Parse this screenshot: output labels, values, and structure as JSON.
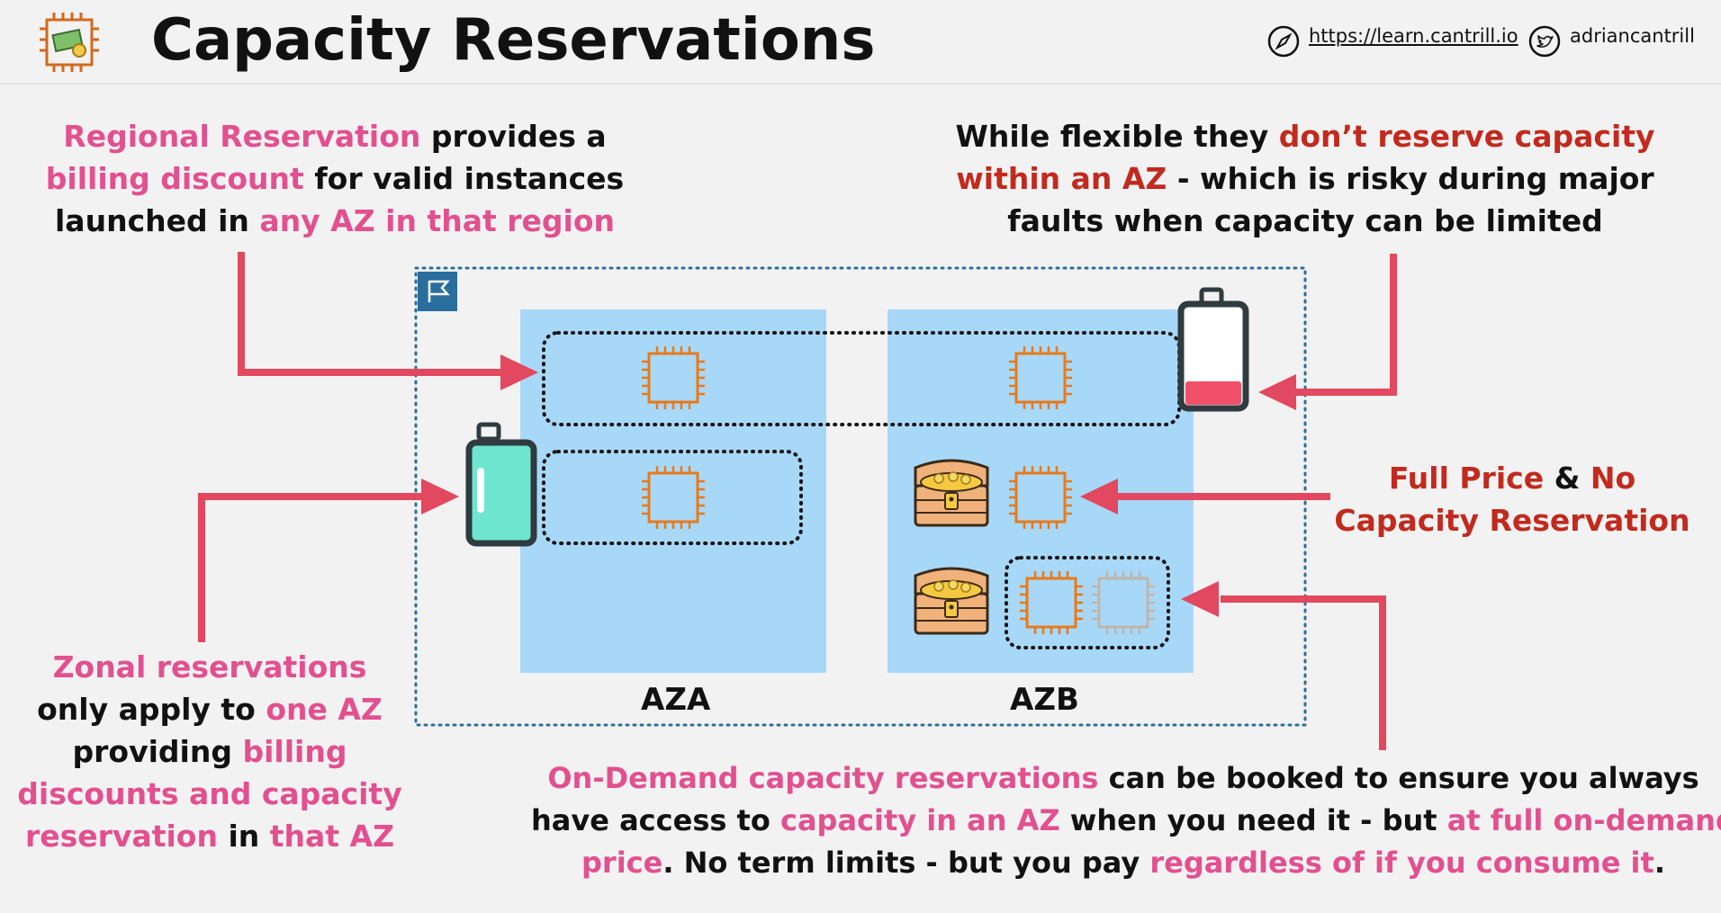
{
  "header": {
    "title": "Capacity Reservations",
    "site_url": "https://learn.cantrill.io",
    "twitter_handle": "adriancantrill",
    "logo_icon": "ec2-reserved-instance-icon",
    "web_icon": "compass-icon",
    "twitter_icon": "twitter-bird-icon"
  },
  "colors": {
    "pink": "#e2508f",
    "red": "#c22a1e",
    "arrow": "#e2485f",
    "az_fill": "#a8d8f8",
    "region_border": "#2a6e9e",
    "chip": "#e87a1a"
  },
  "notes": {
    "regional": {
      "l1_a": "Regional Reservation",
      "l1_b": " provides a",
      "l2_a": "billing discount",
      "l2_b": " for valid instances",
      "l3_a": "launched in ",
      "l3_b": "any AZ in that region"
    },
    "flexible": {
      "l1_a": "While flexible they ",
      "l1_b": "don’t reserve capacity",
      "l2_a": "within an AZ",
      "l2_b": " - which is risky during major",
      "l3": "faults when capacity can be limited"
    },
    "full_price": {
      "l1_a": "Full Price",
      "l1_b": " & ",
      "l1_c": "No",
      "l2": "Capacity Reservation"
    },
    "zonal": {
      "l1": "Zonal reservations",
      "l2_a": "only apply to ",
      "l2_b": "one AZ",
      "l3_a": "providing ",
      "l3_b": "billing",
      "l4": "discounts and capacity",
      "l5_a": "reservation",
      "l5_b": " in ",
      "l5_c": "that AZ"
    },
    "on_demand": {
      "l1_a": "On-Demand capacity reservations",
      "l1_b": " can be booked to ensure you always",
      "l2_a": "have access to ",
      "l2_b": "capacity in an AZ",
      "l2_c": " when you need it - but ",
      "l2_d": "at full on-demand",
      "l3_a": "price",
      "l3_b": ". No term limits - but you pay ",
      "l3_c": "regardless of if you consume it",
      "l3_d": "."
    }
  },
  "diagram": {
    "az_a_label": "AZA",
    "az_b_label": "AZB"
  }
}
